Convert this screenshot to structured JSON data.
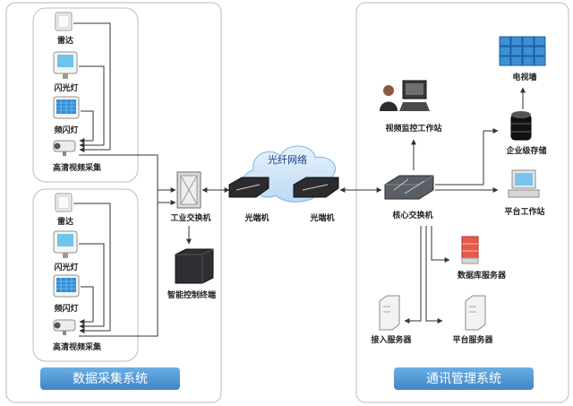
{
  "left_panel": {
    "title": "数据采集系统",
    "groups": [
      {
        "radar": "雷达",
        "flash": "闪光灯",
        "strobe": "频闪灯",
        "camera": "高清视频采集"
      },
      {
        "radar": "雷达",
        "flash": "闪光灯",
        "strobe": "频闪灯",
        "camera": "高清视频采集"
      }
    ],
    "industrial_switch": "工业交换机",
    "smart_terminal": "智能控制终端"
  },
  "network": {
    "cloud": "光纤网络",
    "optical_terminal_left": "光端机",
    "optical_terminal_right": "光端机"
  },
  "right_panel": {
    "title": "通讯管理系统",
    "monitor_station": "视频监控工作站",
    "core_switch": "核心交换机",
    "tv_wall": "电视墙",
    "enterprise_storage": "企业级存储",
    "platform_workstation": "平台工作站",
    "db_server": "数据库服务器",
    "access_server": "接入服务器",
    "platform_server": "平台服务器"
  },
  "colors": {
    "banner": "#4d98d6",
    "panel_border": "#b8b8b8",
    "arrow": "#333333"
  }
}
